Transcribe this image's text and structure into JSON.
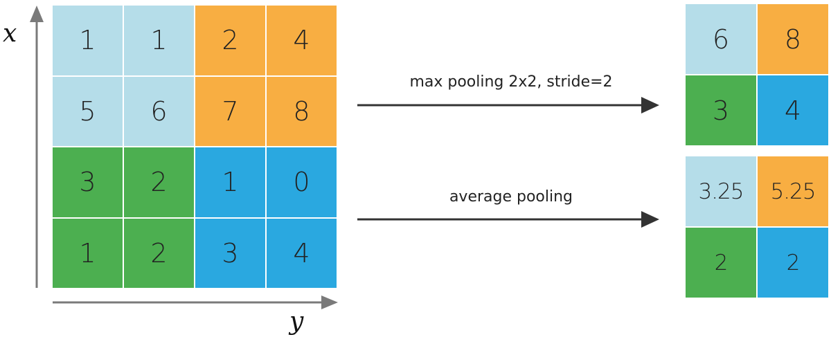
{
  "colors": {
    "light_blue": "#b5dde9",
    "orange": "#f8ae42",
    "green": "#4caf50",
    "blue": "#2aa8e0",
    "axis": "#7a7a7a",
    "arrow": "#333333"
  },
  "axes": {
    "x_label": "x",
    "y_label": "y"
  },
  "input_matrix": {
    "values": [
      [
        "1",
        "1",
        "2",
        "4"
      ],
      [
        "5",
        "6",
        "7",
        "8"
      ],
      [
        "3",
        "2",
        "1",
        "0"
      ],
      [
        "1",
        "2",
        "3",
        "4"
      ]
    ],
    "colors": [
      [
        "light_blue",
        "light_blue",
        "orange",
        "orange"
      ],
      [
        "light_blue",
        "light_blue",
        "orange",
        "orange"
      ],
      [
        "green",
        "green",
        "blue",
        "blue"
      ],
      [
        "green",
        "green",
        "blue",
        "blue"
      ]
    ]
  },
  "max_pooling": {
    "label": "max pooling 2x2, stride=2",
    "values": [
      [
        "6",
        "8"
      ],
      [
        "3",
        "4"
      ]
    ],
    "colors": [
      [
        "light_blue",
        "orange"
      ],
      [
        "green",
        "blue"
      ]
    ]
  },
  "average_pooling": {
    "label": "average pooling",
    "values": [
      [
        "3.25",
        "5.25"
      ],
      [
        "2",
        "2"
      ]
    ],
    "colors": [
      [
        "light_blue",
        "orange"
      ],
      [
        "green",
        "blue"
      ]
    ]
  }
}
